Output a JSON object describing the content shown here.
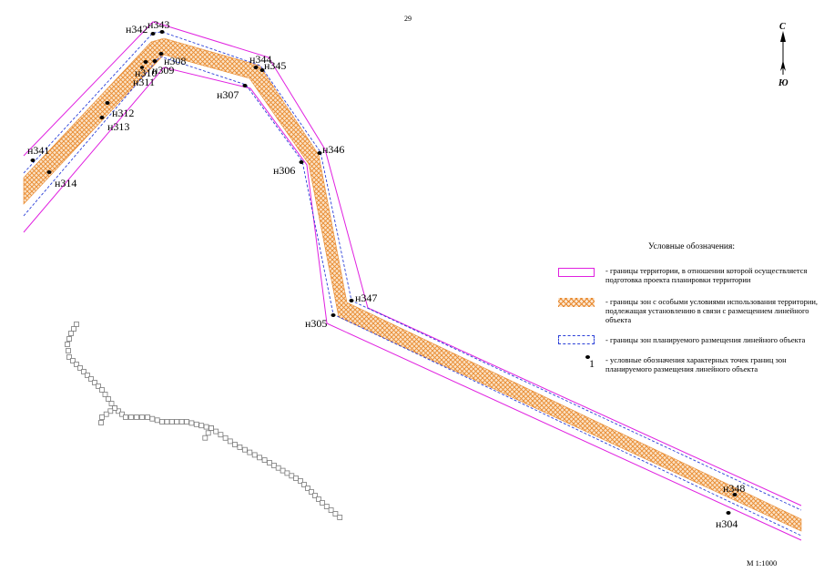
{
  "page_number": "29",
  "scale": "М 1:1000",
  "north_arrow": {
    "north_label": "С",
    "south_label": "Ю"
  },
  "colors": {
    "territory_boundary": "#e020e0",
    "special_zone_hatch": "#e8892e",
    "planned_zone_boundary": "#2a3fd8",
    "point_marker": "#000000",
    "existing_network": "#7a7a7a"
  },
  "legend": {
    "title": "Условные обозначения:",
    "items": [
      {
        "kind": "territory-boundary",
        "text": "- границы территории, в отношении которой осуществляется подготовка проекта планировки территории"
      },
      {
        "kind": "special-zone",
        "text": "- границы зон с особыми условиями использования территории, подлежащая установлению в связи с размещением линейного объекта"
      },
      {
        "kind": "planned-zone",
        "text": "- границы зон планируемого размещения линейного объекта"
      },
      {
        "kind": "point-marker",
        "symbol_label": "1",
        "text": "- условные обозначения характерных точек границ зон планируемого размещения линейного объекта"
      }
    ]
  },
  "points": [
    {
      "id": "н342"
    },
    {
      "id": "н343"
    },
    {
      "id": "н344"
    },
    {
      "id": "н345"
    },
    {
      "id": "н308"
    },
    {
      "id": "н309"
    },
    {
      "id": "н310"
    },
    {
      "id": "н311"
    },
    {
      "id": "н307"
    },
    {
      "id": "н312"
    },
    {
      "id": "н313"
    },
    {
      "id": "н341"
    },
    {
      "id": "н314"
    },
    {
      "id": "н346"
    },
    {
      "id": "н306"
    },
    {
      "id": "н347"
    },
    {
      "id": "н305"
    },
    {
      "id": "н348"
    },
    {
      "id": "н304"
    }
  ]
}
